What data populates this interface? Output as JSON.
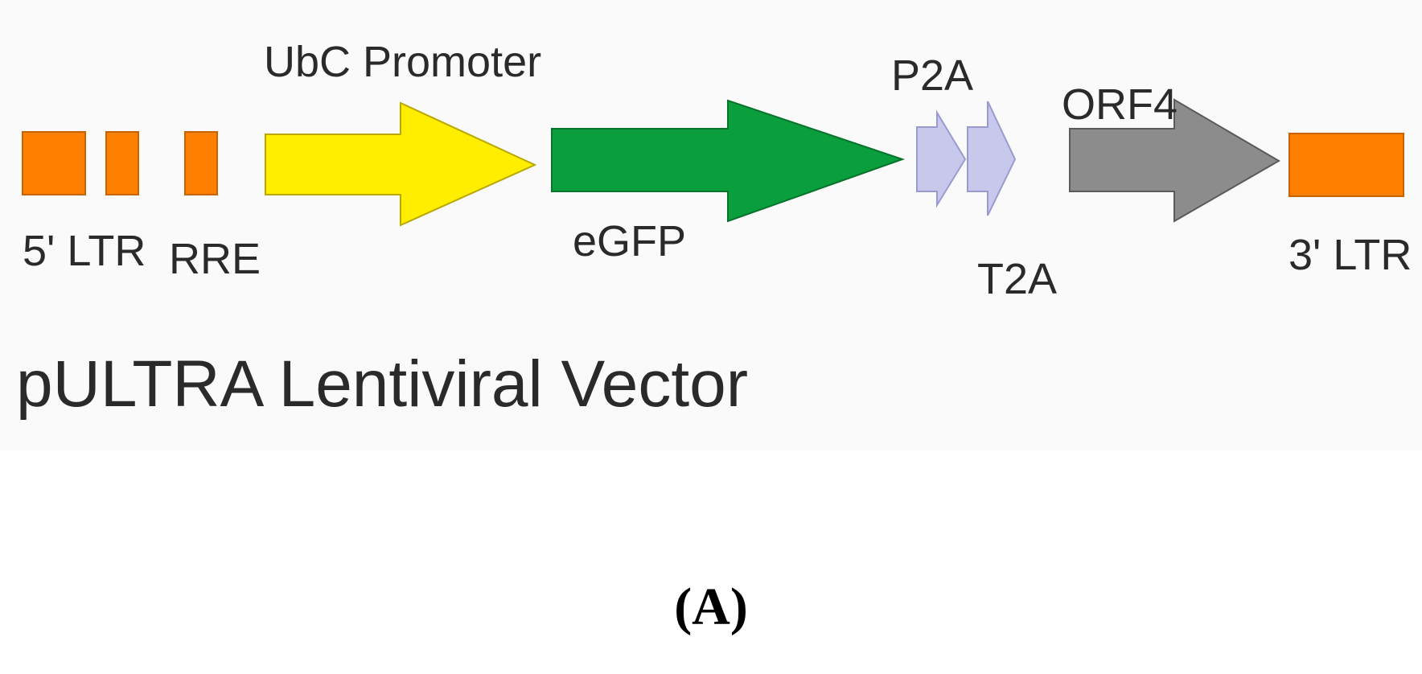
{
  "diagram": {
    "title": "pULTRA Lentiviral Vector",
    "panel_label": "(A)",
    "elements": [
      {
        "id": "ltr5",
        "label": "5' LTR",
        "shape": "box",
        "color": "#ff8000"
      },
      {
        "id": "ltr5b",
        "label": "",
        "shape": "box",
        "color": "#ff8000"
      },
      {
        "id": "rre",
        "label": "RRE",
        "shape": "box",
        "color": "#ff8000"
      },
      {
        "id": "ubc",
        "label": "UbC Promoter",
        "shape": "arrow",
        "color": "#ffee00"
      },
      {
        "id": "egfp",
        "label": "eGFP",
        "shape": "arrow",
        "color": "#0a9e3c"
      },
      {
        "id": "p2a",
        "label": "P2A",
        "shape": "arrow",
        "color": "#c8c8ec"
      },
      {
        "id": "t2a",
        "label": "T2A",
        "shape": "arrow",
        "color": "#c8c8ec"
      },
      {
        "id": "orf4",
        "label": "ORF4",
        "shape": "arrow",
        "color": "#8c8c8c"
      },
      {
        "id": "ltr3",
        "label": "3' LTR",
        "shape": "box",
        "color": "#ff8000"
      }
    ]
  }
}
